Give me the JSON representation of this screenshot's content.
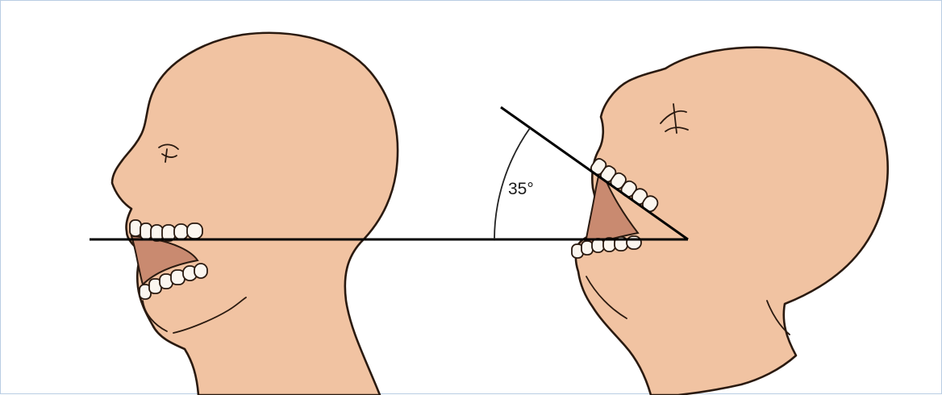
{
  "figure": {
    "angle_label": "35°",
    "colors": {
      "skin": "#f1c3a2",
      "outline": "#2a1a10",
      "teeth": "#fbf6ef",
      "lines": "#000000",
      "border": "#b9cde3"
    },
    "items": [
      "head-neutral-position-illustration",
      "head-extended-position-illustration",
      "horizontal-reference-line",
      "angle-line",
      "angle-arc"
    ]
  }
}
